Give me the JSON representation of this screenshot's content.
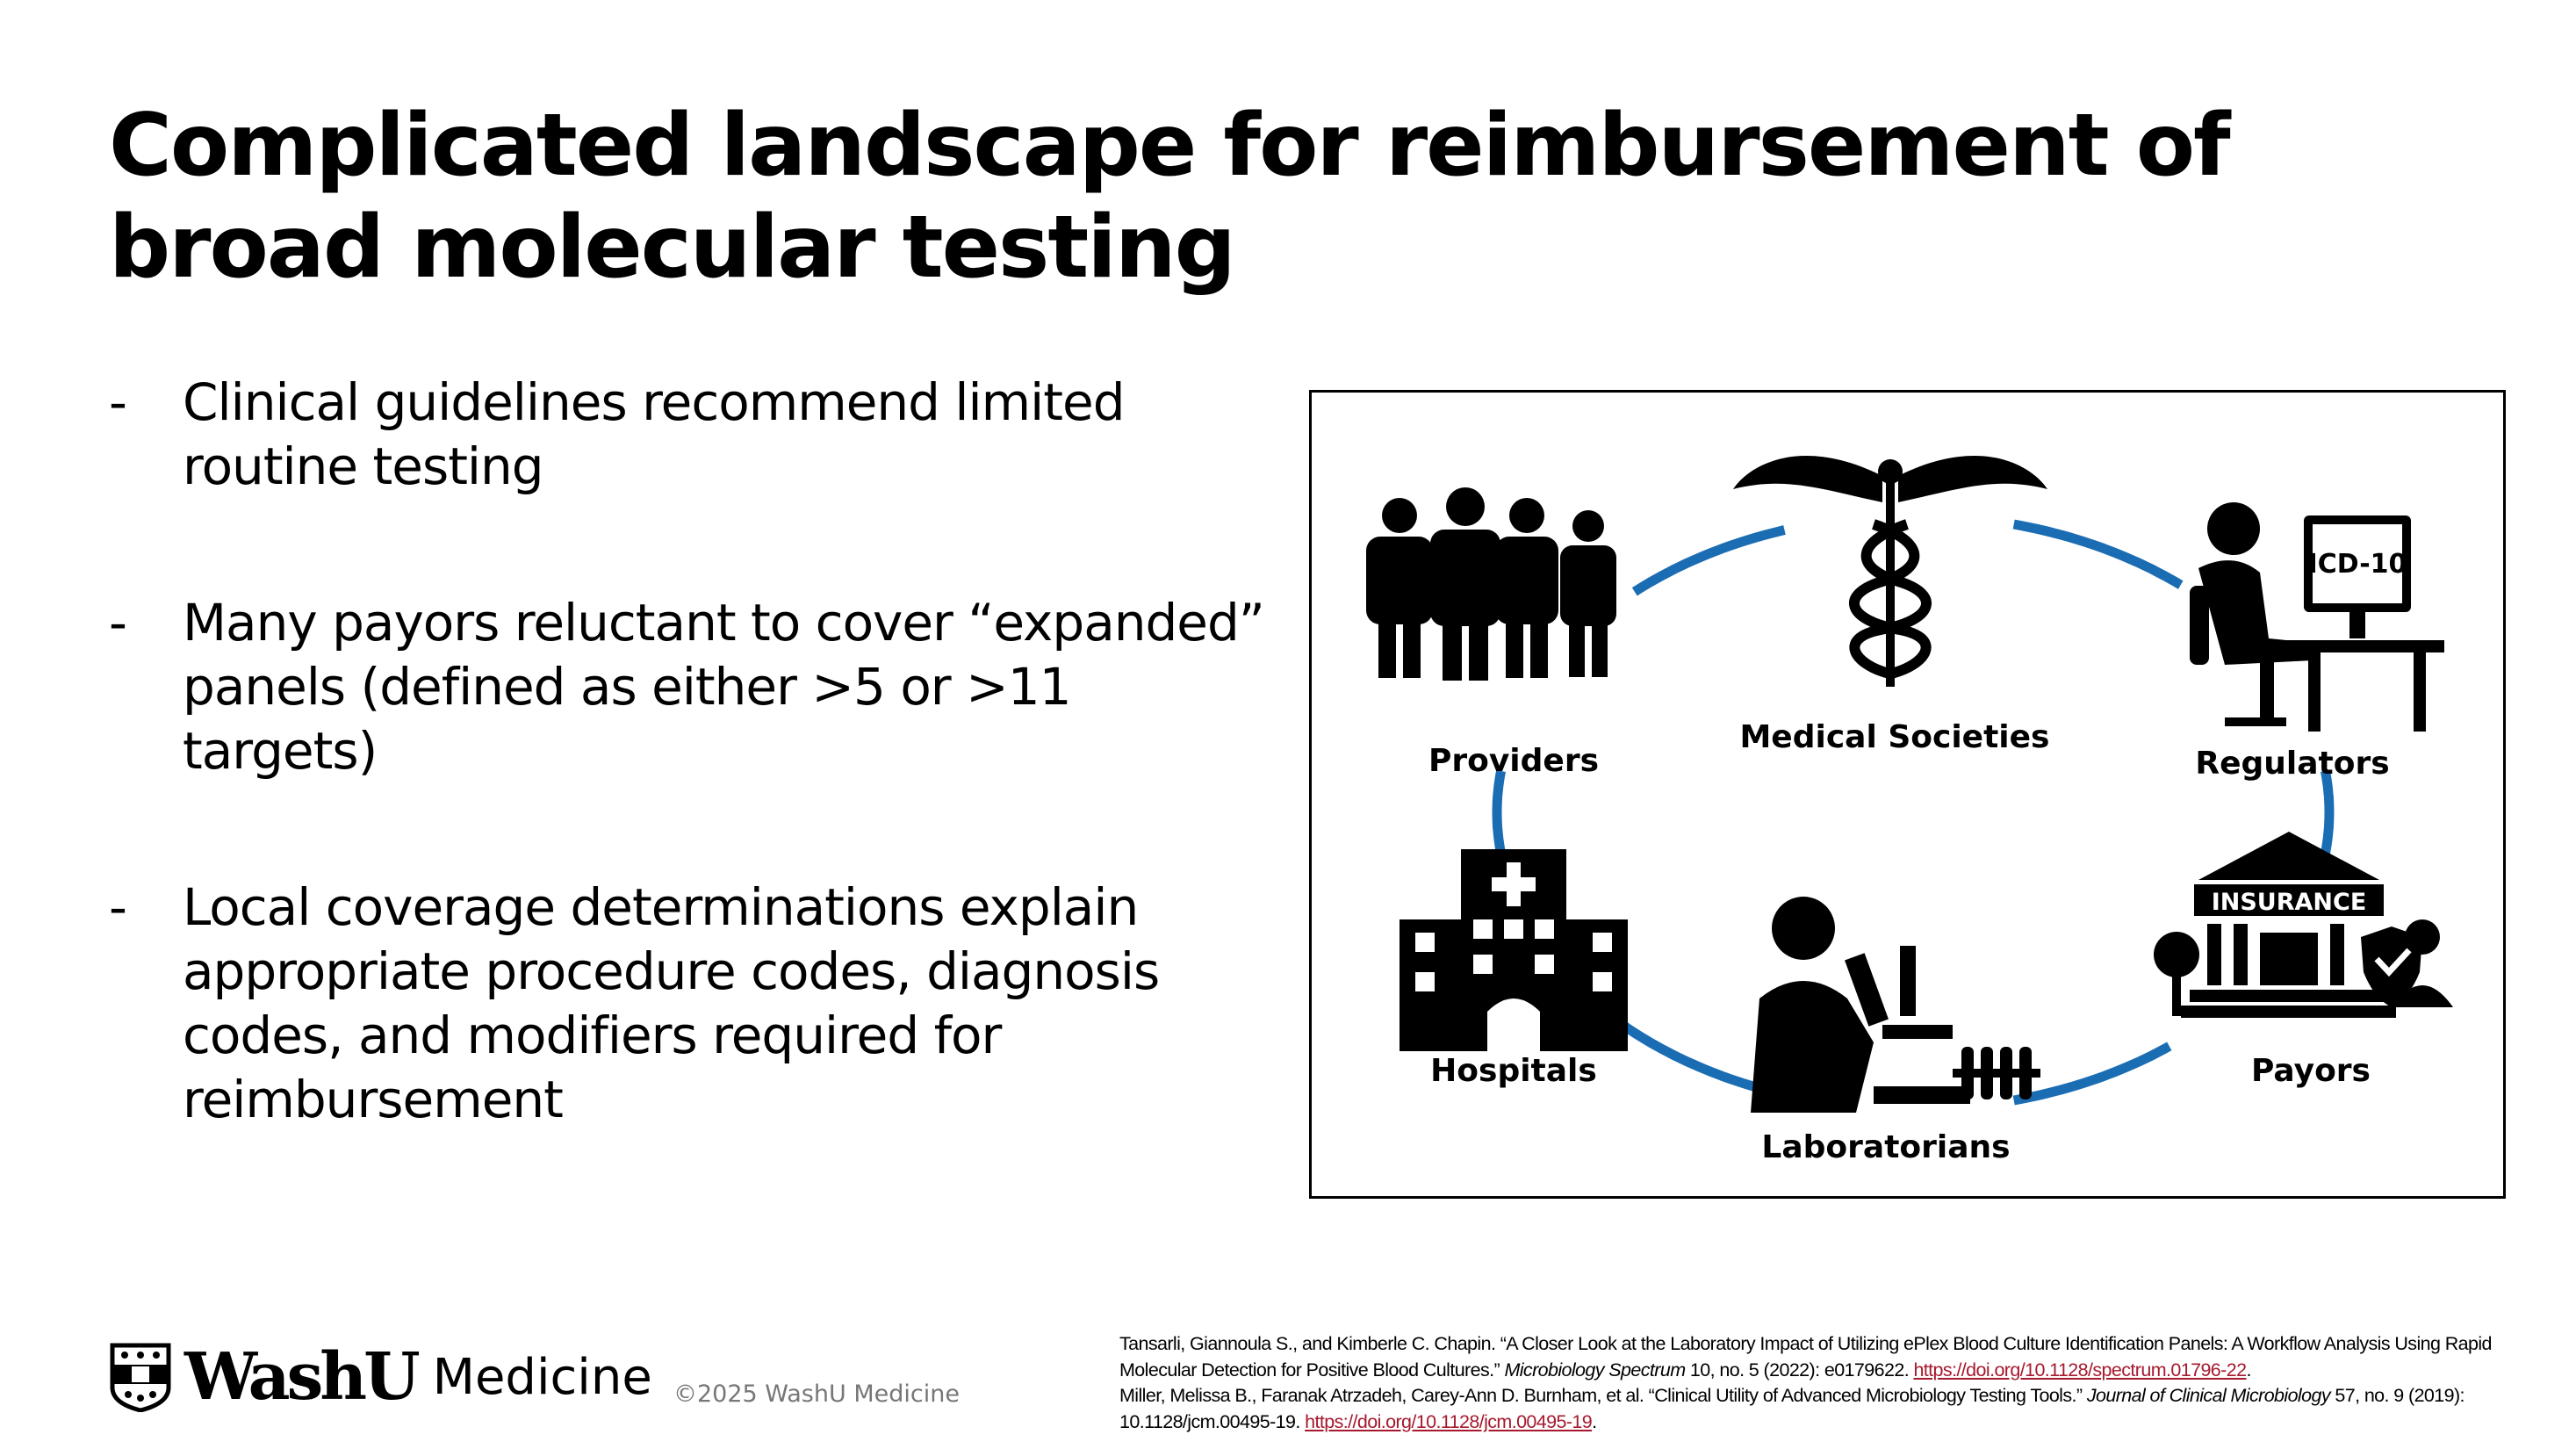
{
  "title": "Complicated landscape for reimbursement of broad molecular testing",
  "bullets": [
    {
      "marker": "-",
      "text": "Clinical guidelines recommend limited routine testing"
    },
    {
      "marker": "-",
      "text": "Many payors reluctant to cover “expanded” panels (defined as either >5 or >11 targets)"
    },
    {
      "marker": "-",
      "text": "Local coverage determinations explain appropriate procedure codes, diagnosis codes, and modifiers required for reimbursement"
    }
  ],
  "diagram": {
    "accent_color": "#1b6db3",
    "nodes": {
      "providers": "Providers",
      "medical_societies": "Medical Societies",
      "regulators": "Regulators",
      "hospitals": "Hospitals",
      "laboratorians": "Laboratorians",
      "payors": "Payors"
    },
    "monitor_text": "ICD-10",
    "building_text": "INSURANCE"
  },
  "footer": {
    "logo_word": "WashU",
    "logo_sub": "Medicine",
    "copyright": "©2025 WashU Medicine"
  },
  "references": [
    {
      "text": "Tansarli, Giannoula S., and Kimberle C. Chapin. “A Closer Look at the Laboratory Impact of Utilizing ePlex Blood Culture Identification Panels: A Workflow Analysis Using Rapid Molecular Detection for Positive Blood Cultures.” ",
      "journal": "Microbiology Spectrum",
      "rest": " 10, no. 5 (2022): e0179622. ",
      "link": "https://doi.org/10.1128/spectrum.01796-22",
      "end": "."
    },
    {
      "text": "Miller, Melissa B., Faranak Atrzadeh, Carey-Ann D. Burnham, et al. “Clinical Utility of Advanced Microbiology Testing Tools.” ",
      "journal": "Journal of Clinical Microbiology",
      "rest": " 57, no. 9 (2019): 10.1128/jcm.00495-19. ",
      "link": "https://doi.org/10.1128/jcm.00495-19",
      "end": "."
    }
  ]
}
